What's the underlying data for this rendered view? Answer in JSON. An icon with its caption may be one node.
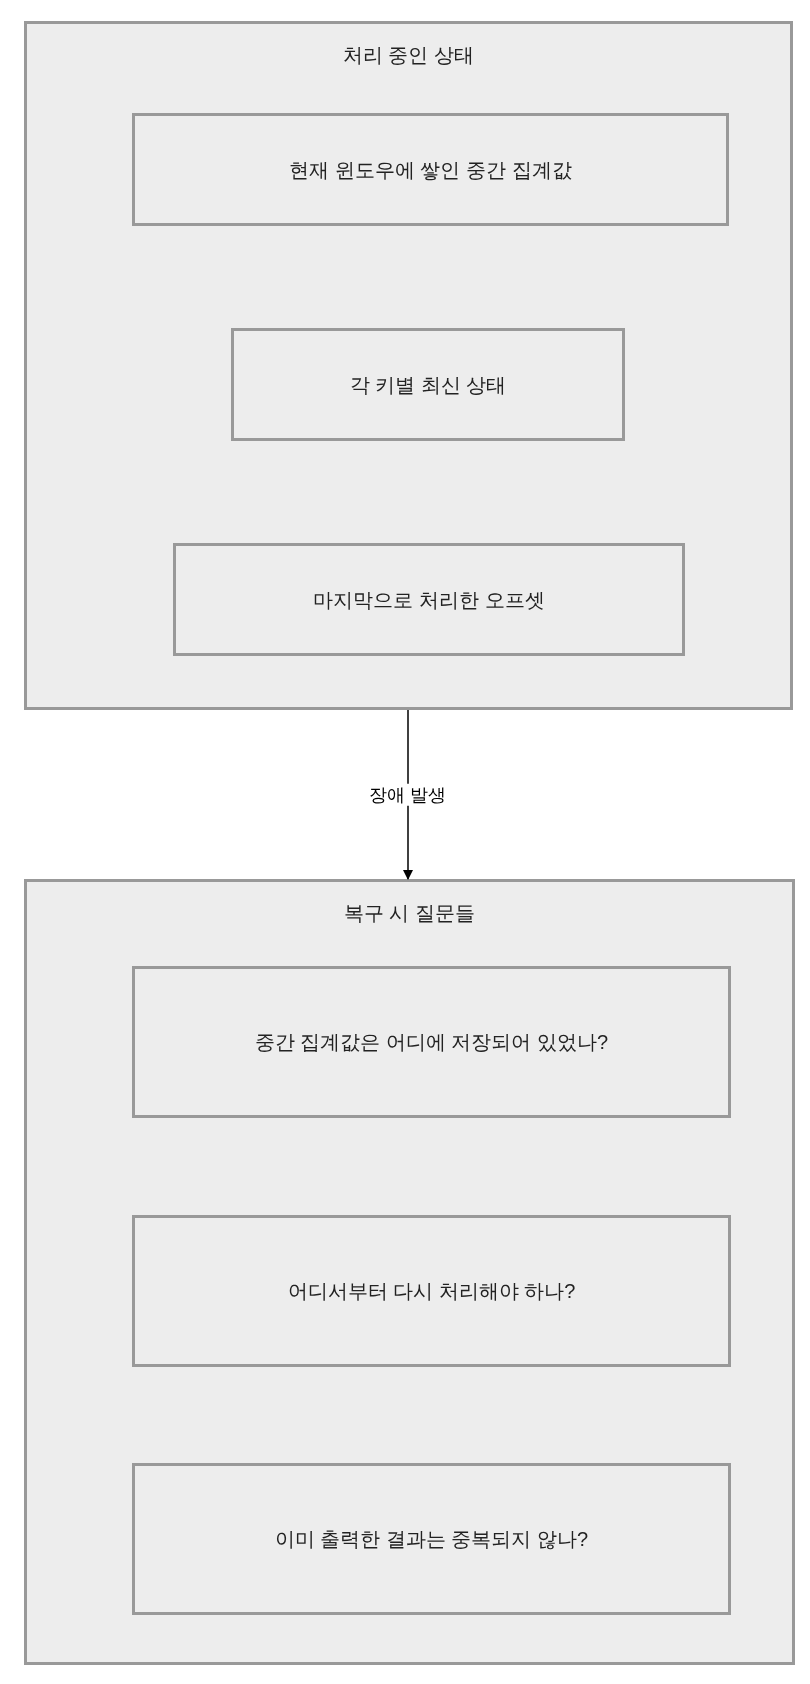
{
  "diagram": {
    "nodes": [
      {
        "text": [
          "처리 중인 상태"
        ]
      },
      {
        "text": [
          "현재 윈도우에 쌓인 중간 집계값"
        ],
        "in": 0
      },
      {
        "text": [
          "각 키별 최신 상태"
        ],
        "in": 0
      },
      {
        "text": [
          "마지막으로 처리한 오프셋"
        ],
        "in": 0
      },
      {
        "text": [
          "복구 시 질문들"
        ]
      },
      {
        "text": [
          "중간 집계값은 어디에 저장되어 있었나?"
        ],
        "in": 4
      },
      {
        "text": [
          "어디서부터 다시 처리해야 하나?"
        ],
        "in": 4
      },
      {
        "text": [
          "이미 출력한 결과는 중복되지 않나?"
        ],
        "in": 4
      }
    ],
    "edges": [
      {
        "from": 0,
        "to": 4,
        "arrow": "to",
        "label": "장애 발생"
      }
    ]
  }
}
